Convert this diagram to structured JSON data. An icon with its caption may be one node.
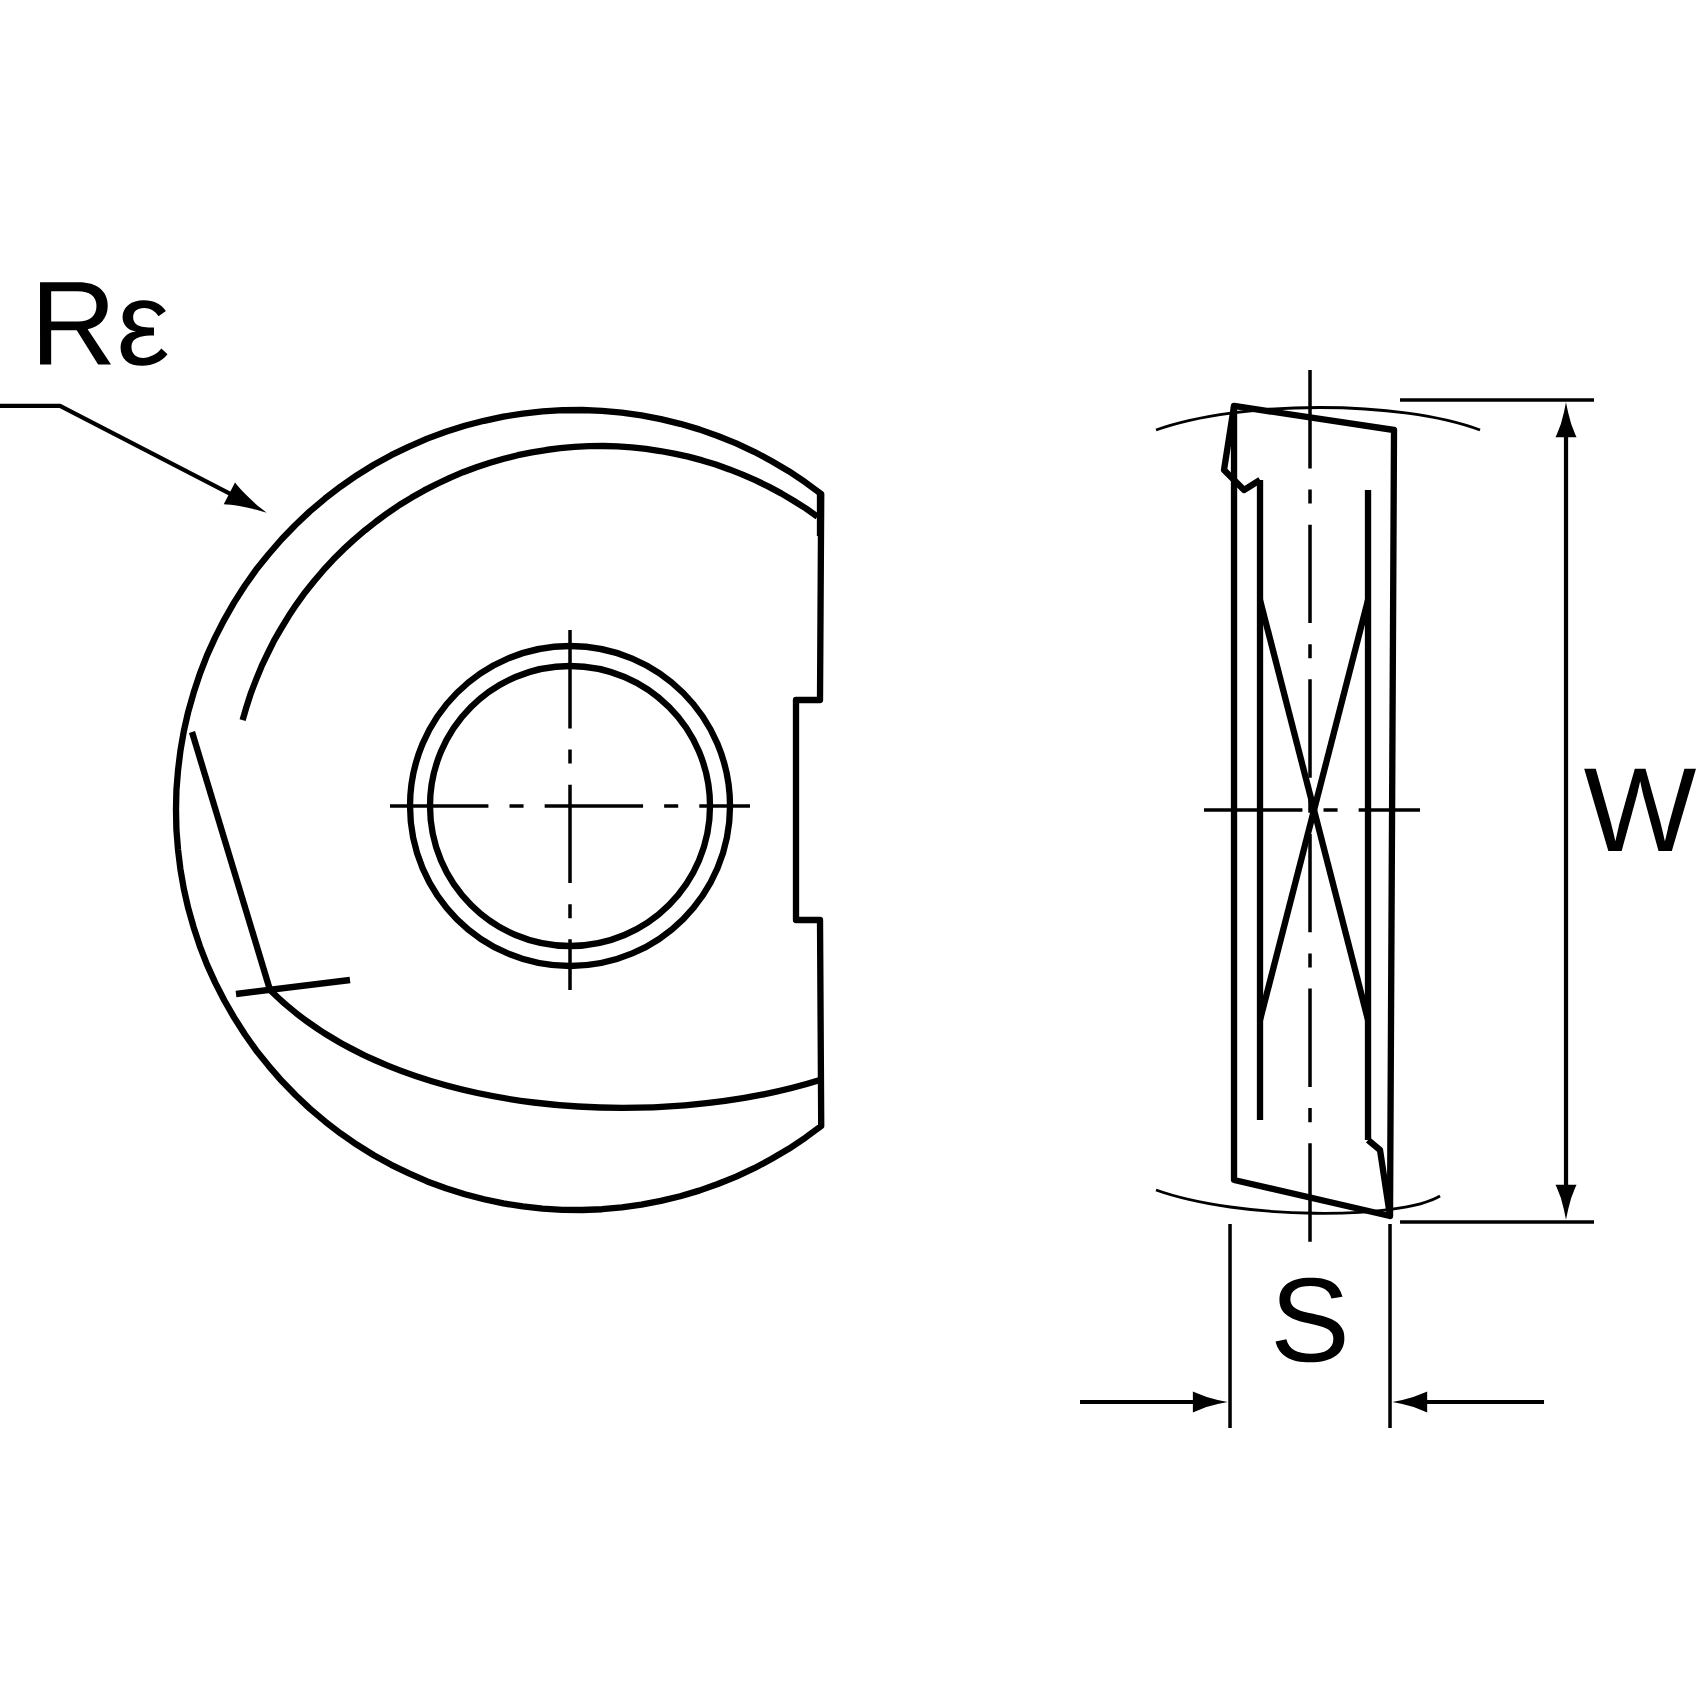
{
  "diagram": {
    "nodes": [
      {
        "text": [
          "Rε"
        ]
      },
      {
        "text": [],
        "shape": "picture"
      }
    ],
    "edges": [
      {
        "from": 0,
        "to": 1,
        "arrow": "to"
      }
    ],
    "labels": [
      "W",
      "S"
    ]
  }
}
